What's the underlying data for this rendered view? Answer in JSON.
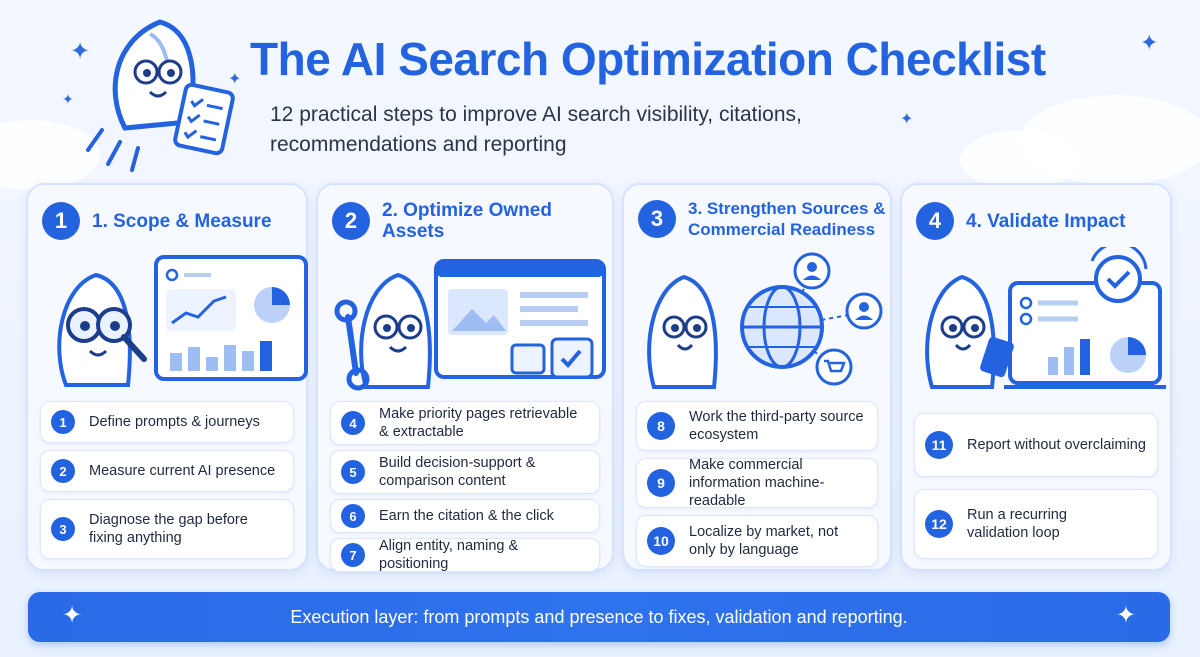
{
  "header": {
    "title": "The AI Search Optimization Checklist",
    "subtitle": "12 practical steps to improve AI search visibility, citations, recommendations and reporting"
  },
  "colors": {
    "accent": "#2463e0",
    "panel_bg": "#f6f9ff",
    "footer_bg": "#2a6ae6"
  },
  "panels": [
    {
      "number": "1",
      "title": "1. Scope & Measure",
      "illustration": "mascot-magnifier-dashboard",
      "items": [
        {
          "number": "1",
          "text": "Define prompts & journeys"
        },
        {
          "number": "2",
          "text": "Measure current AI presence"
        },
        {
          "number": "3",
          "text": "Diagnose the gap before fixing anything"
        }
      ]
    },
    {
      "number": "2",
      "title": "2. Optimize Owned Assets",
      "illustration": "mascot-wrench-webpage",
      "items": [
        {
          "number": "4",
          "text": "Make priority pages retrievable & extractable"
        },
        {
          "number": "5",
          "text": "Build decision-support & comparison content"
        },
        {
          "number": "6",
          "text": "Earn the citation & the click"
        },
        {
          "number": "7",
          "text": "Align entity, naming & positioning"
        }
      ]
    },
    {
      "number": "3",
      "title": "3. Strengthen Sources & Commercial Readiness",
      "illustration": "mascot-globe-network",
      "items": [
        {
          "number": "8",
          "text": "Work the third-party source ecosystem"
        },
        {
          "number": "9",
          "text": "Make commercial information machine-readable"
        },
        {
          "number": "10",
          "text": "Localize by market, not only by language"
        }
      ]
    },
    {
      "number": "4",
      "title": "4. Validate Impact",
      "illustration": "mascot-tablet-report",
      "items": [
        {
          "number": "11",
          "text": "Report without overclaiming"
        },
        {
          "number": "12",
          "text": "Run a recurring validation loop"
        }
      ]
    }
  ],
  "footer": {
    "text": "Execution layer: from prompts and presence to fixes, validation and reporting."
  }
}
